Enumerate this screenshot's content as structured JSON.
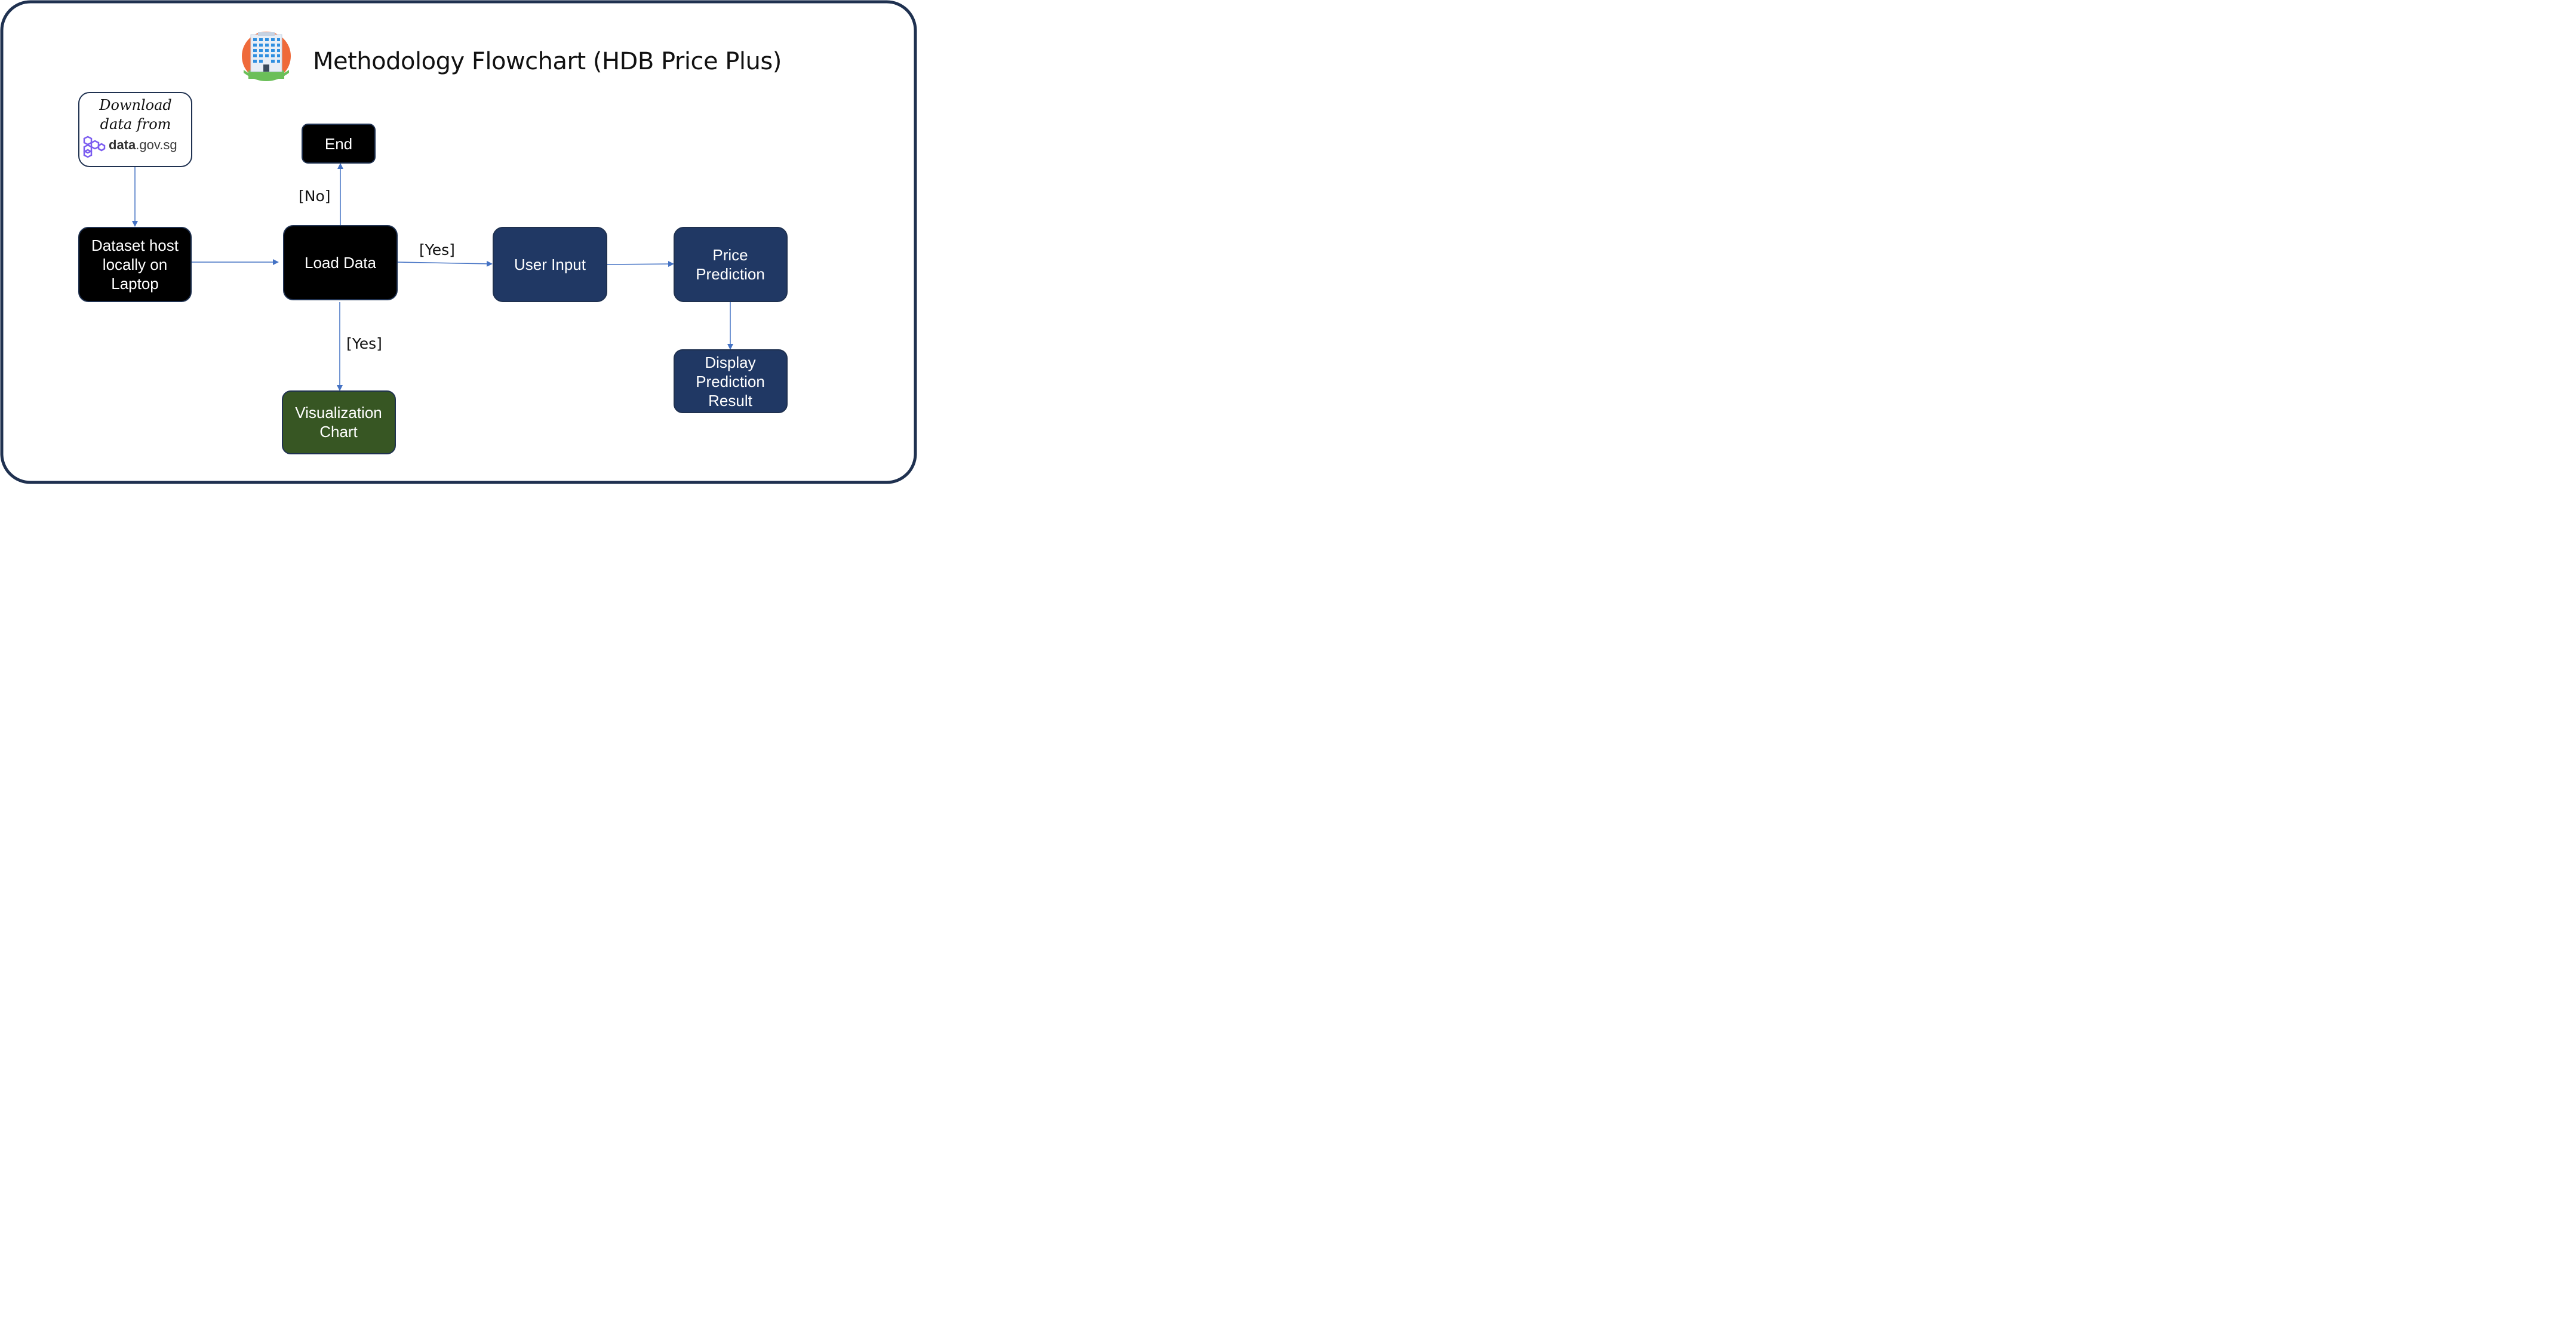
{
  "title": "Methodology Flowchart (HDB Price Plus)",
  "nodes": {
    "download": {
      "line1": "Download",
      "line2": "data from",
      "brand_bold": "data",
      "brand_rest": ".gov.sg"
    },
    "dataset": {
      "lines": [
        "Dataset host",
        "locally on",
        "Laptop"
      ]
    },
    "end": {
      "lines": [
        "End"
      ]
    },
    "load": {
      "lines": [
        "Load Data"
      ]
    },
    "user_input": {
      "lines": [
        "User Input"
      ]
    },
    "price": {
      "lines": [
        "Price",
        "Prediction"
      ]
    },
    "display": {
      "lines": [
        "Display",
        "Prediction",
        "Result"
      ]
    },
    "viz": {
      "lines": [
        "Visualization",
        "Chart"
      ]
    }
  },
  "edge_labels": {
    "no": "[No]",
    "yes_right": "[Yes]",
    "yes_down": "[Yes]"
  },
  "colors": {
    "frame": "#1f3150",
    "black_node": "#000000",
    "navy_node": "#203864",
    "green_node": "#375623",
    "arrow": "#4472c4",
    "icon_circle": "#ef6a3a",
    "icon_ground": "#6bbf59",
    "brand_hex": "#7b5cf0"
  },
  "icons": {
    "building": "building-icon",
    "brand_logo": "hexagon-logo-icon"
  }
}
